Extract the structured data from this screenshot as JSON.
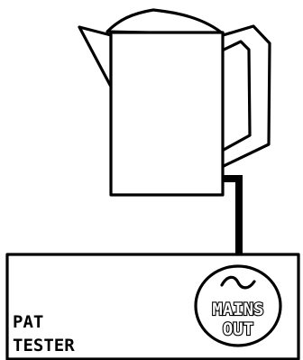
{
  "device": {
    "label_line1": "PAT",
    "label_line2": "TESTER",
    "socket": {
      "label_line1": "MAINS",
      "label_line2": "OUT",
      "symbol": "ac-sine-wave-icon"
    }
  },
  "appliance": {
    "icon": "kettle-icon"
  },
  "colors": {
    "line": "#000000",
    "background": "#ffffff"
  }
}
